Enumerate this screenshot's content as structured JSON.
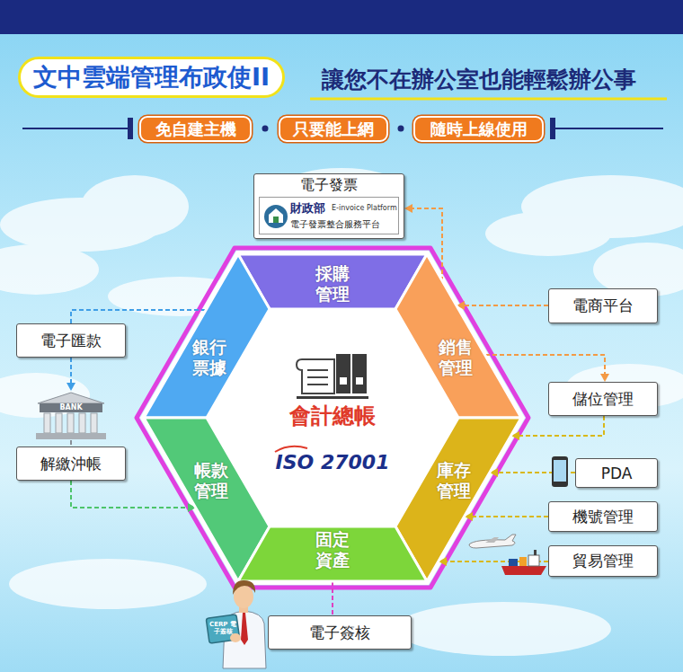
{
  "diagram": {
    "title": "文中雲端管理布政使II",
    "nodes": [
      {
        "text": [
          "免自建主機"
        ]
      },
      {
        "text": [
          "只要能上網"
        ]
      },
      {
        "text": [
          "隨時上線使用"
        ]
      },
      {
        "text": [
          "電子發票"
        ]
      },
      {
        "text": [
          "財政部",
          "E-invoice Platform",
          "電子發票整合服務平台"
        ],
        "in": 3
      },
      {
        "text": [
          "採購管理"
        ]
      },
      {
        "text": [
          "電商平台"
        ]
      },
      {
        "text": [
          "銀行 票據"
        ]
      },
      {
        "text": [
          "電子匯款"
        ]
      },
      {
        "text": [
          "銷售 管理"
        ]
      },
      {
        "text": [
          "儲位管理"
        ]
      },
      {
        "text": [
          "會計總帳",
          "ISO 27001"
        ]
      },
      {
        "text": [
          "BANK"
        ]
      },
      {
        "text": [
          "解繳沖帳"
        ]
      },
      {
        "text": [
          "帳款 管理"
        ]
      },
      {
        "text": [
          "庫存 管理"
        ]
      },
      {
        "text": [
          "PDA"
        ]
      },
      {
        "text": [
          "機號管理"
        ]
      },
      {
        "text": [
          "固定資產"
        ]
      },
      {
        "text": [
          "貿易管理"
        ]
      },
      {
        "text": [
          "電子簽核"
        ]
      }
    ],
    "edges": [
      {
        "from": 9,
        "to": 3,
        "arrow": "to"
      },
      {
        "from": 6,
        "to": 9,
        "arrow": "to"
      },
      {
        "from": 9,
        "to": 10,
        "arrow": "to"
      },
      {
        "from": 10,
        "to": 15,
        "arrow": "to"
      },
      {
        "from": 16,
        "to": 15,
        "arrow": "to"
      },
      {
        "from": 17,
        "to": 15,
        "arrow": "to"
      },
      {
        "from": 19,
        "to": 15,
        "arrow": "to"
      },
      {
        "from": 7,
        "to": 8,
        "arrow": "none"
      },
      {
        "from": 8,
        "to": 12,
        "arrow": "to"
      },
      {
        "from": 12,
        "to": 13,
        "arrow": "none"
      },
      {
        "from": 13,
        "to": 14,
        "arrow": "to"
      },
      {
        "from": 18,
        "to": 20,
        "arrow": "none"
      }
    ],
    "labels": [
      "讓您不在辦公室也能輕鬆辦公事",
      "CERP 電子簽核"
    ]
  }
}
